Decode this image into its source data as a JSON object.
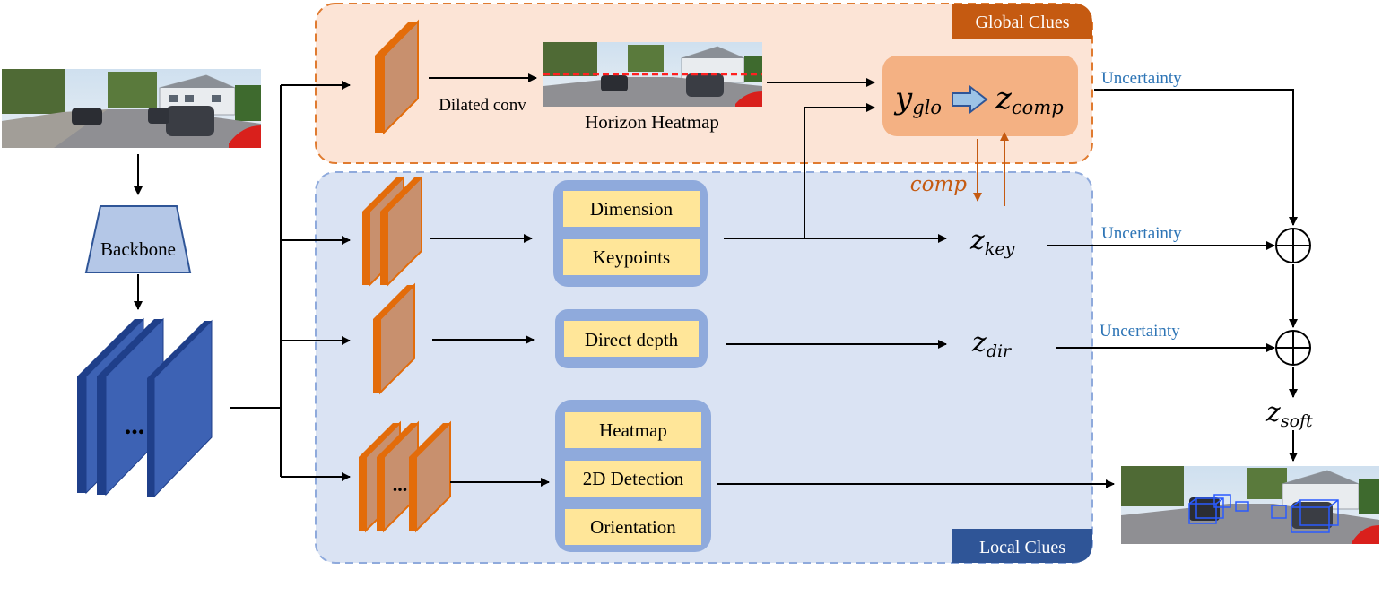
{
  "regions": {
    "global": {
      "label": "Global Clues",
      "fill": "#fce4d6",
      "border": "#e07b30",
      "tag": "#c55a11"
    },
    "local": {
      "label": "Local Clues",
      "fill": "#dae3f3",
      "border": "#8faadc",
      "tag": "#2f5597"
    }
  },
  "backbone": {
    "label": "Backbone"
  },
  "feature_stack": {
    "ellipsis": "..."
  },
  "global_branch": {
    "op_label": "Dilated conv",
    "heatmap_label": "Horizon Heatmap",
    "comp_box": {
      "y_base": "y",
      "y_sub": "glo",
      "z_base": "z",
      "z_sub": "comp"
    }
  },
  "local_branch": {
    "group1": [
      "Dimension",
      "Keypoints"
    ],
    "group2": [
      "Direct depth"
    ],
    "group3": [
      "Heatmap",
      "2D Detection",
      "Orientation"
    ],
    "ellipsis": "...",
    "z_key": {
      "base": "z",
      "sub": "key"
    },
    "z_dir": {
      "base": "z",
      "sub": "dir"
    },
    "comp_label": "comp"
  },
  "fusion": {
    "uncertainty": [
      "Uncertainty",
      "Uncertainty",
      "Uncertainty"
    ],
    "z_soft": {
      "base": "z",
      "sub": "soft"
    }
  },
  "colors": {
    "feature_block": "#3d62b4",
    "feature_block_edge": "#1f3f8a",
    "head_fill": "#c8906e",
    "head_edge": "#e36c0a",
    "item_box": "#ffe699",
    "item_group": "#8faadc",
    "comp_fill": "#f4b183",
    "accent_orange": "#c55a11",
    "uncertainty_text": "#2e75b6"
  }
}
